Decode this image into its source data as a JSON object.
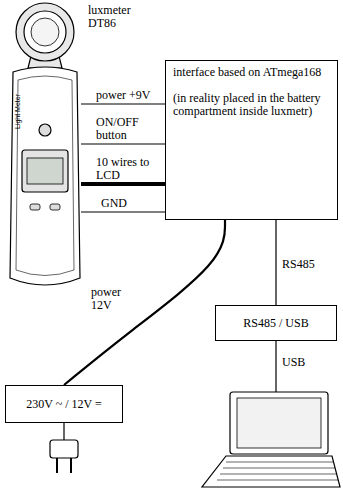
{
  "diagram": {
    "nodes": [
      {
        "text": [
          "luxmeter DT86",
          "Light Meter"
        ]
      },
      {
        "text": [
          "interface based on ATmega168",
          "(in reality placed in the battery compartment inside luxmetr)"
        ]
      },
      {
        "text": [
          "230V ~ / 12V ="
        ]
      },
      {
        "text": [
          "RS485 / USB"
        ]
      }
    ],
    "edges": [
      {
        "from": 0,
        "to": 1,
        "arrow": "none",
        "label": "power +9V"
      },
      {
        "from": 0,
        "to": 1,
        "arrow": "none",
        "label": "ON/OFF button"
      },
      {
        "from": 0,
        "to": 1,
        "arrow": "none",
        "label": "10 wires to LCD"
      },
      {
        "from": 0,
        "to": 1,
        "arrow": "none",
        "label": "GND"
      },
      {
        "from": 1,
        "to": 2,
        "arrow": "none",
        "label": "power 12V"
      },
      {
        "from": 1,
        "to": 3,
        "arrow": "none",
        "label": "RS485"
      }
    ],
    "labels": [
      "USB"
    ]
  }
}
